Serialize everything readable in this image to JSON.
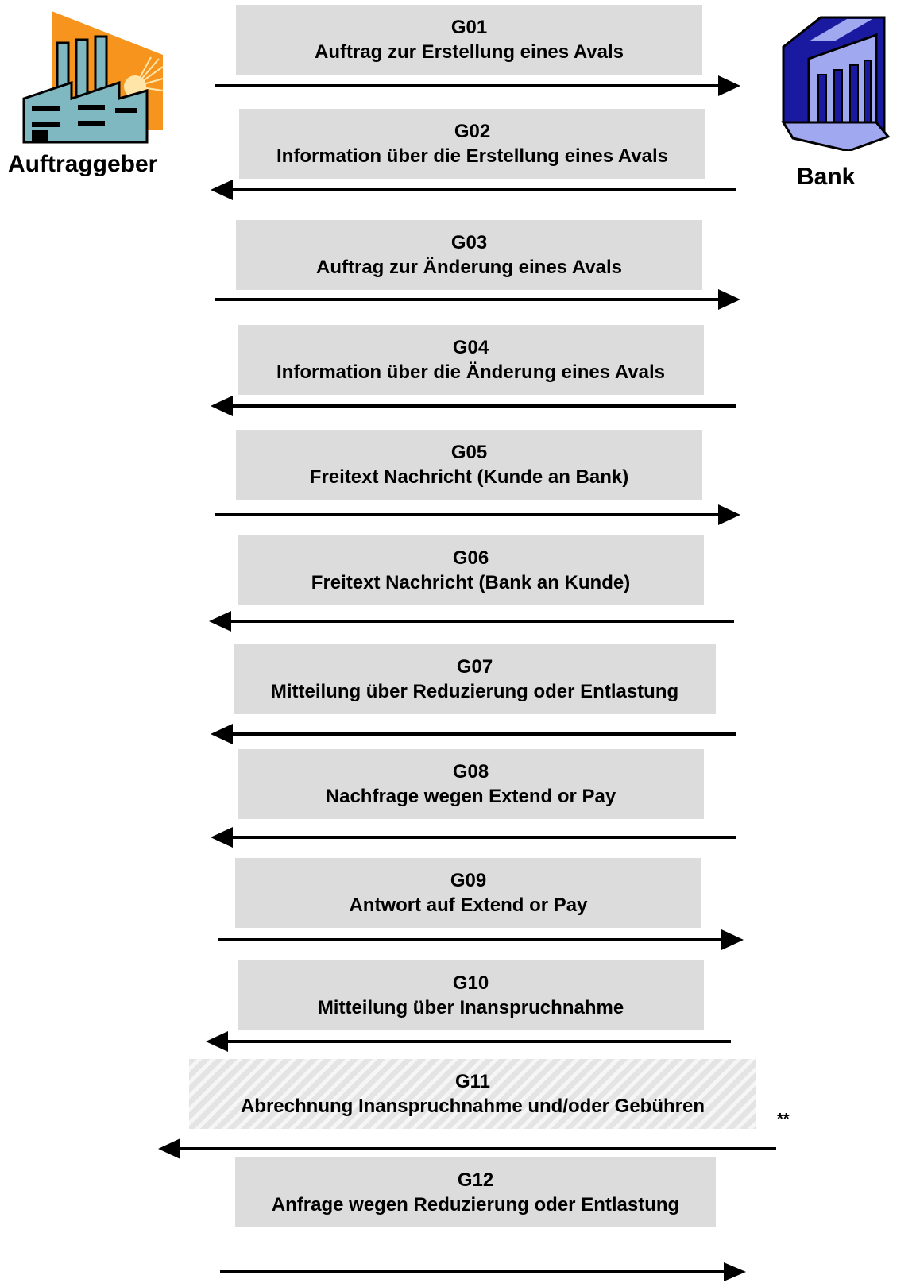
{
  "parties": {
    "left": {
      "label": "Auftraggeber",
      "icon": "factory-icon"
    },
    "right": {
      "label": "Bank",
      "icon": "bank-building-icon"
    }
  },
  "messages": [
    {
      "code": "G01",
      "text": "Auftrag zur Erstellung eines Avals",
      "direction": "to-bank"
    },
    {
      "code": "G02",
      "text": "Information über die Erstellung eines Avals",
      "direction": "to-client"
    },
    {
      "code": "G03",
      "text": "Auftrag zur Änderung eines Avals",
      "direction": "to-bank"
    },
    {
      "code": "G04",
      "text": "Information über die Änderung eines Avals",
      "direction": "to-client"
    },
    {
      "code": "G05",
      "text": "Freitext Nachricht (Kunde an Bank)",
      "direction": "to-bank"
    },
    {
      "code": "G06",
      "text": "Freitext Nachricht (Bank an Kunde)",
      "direction": "to-client"
    },
    {
      "code": "G07",
      "text": "Mitteilung über Reduzierung oder Entlastung",
      "direction": "to-client"
    },
    {
      "code": "G08",
      "text": "Nachfrage wegen Extend or Pay",
      "direction": "to-client"
    },
    {
      "code": "G09",
      "text": "Antwort auf Extend or Pay",
      "direction": "to-bank"
    },
    {
      "code": "G10",
      "text": "Mitteilung über Inanspruchnahme",
      "direction": "to-client"
    },
    {
      "code": "G11",
      "text": "Abrechnung Inanspruchnahme und/oder Gebühren",
      "direction": "to-client",
      "note": "**",
      "hatched": true
    },
    {
      "code": "G12",
      "text": "Anfrage wegen Reduzierung oder Entlastung",
      "direction": "to-bank"
    }
  ],
  "colors": {
    "box": "#dcdcdc",
    "arrow": "#000000",
    "factory_sky": "#f7941d",
    "factory_building": "#7fb8c0",
    "bank_fill": "#1a1aa0",
    "bank_light": "#a0a8f0"
  }
}
